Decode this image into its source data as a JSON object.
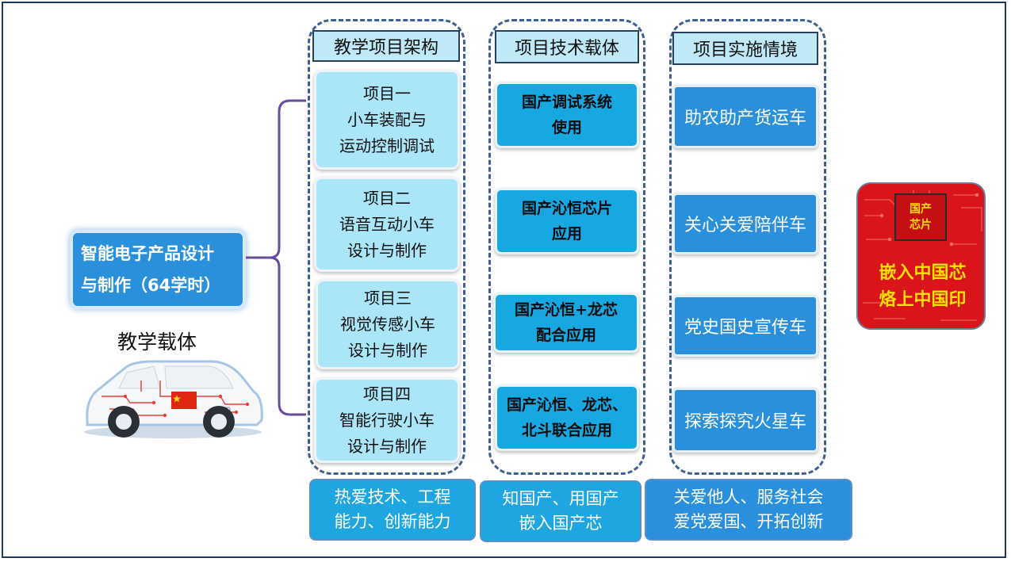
{
  "course": {
    "line1": "智能电子产品设计",
    "line2": "与制作（64学时）"
  },
  "carrier_label": "教学载体",
  "columns": {
    "architecture": {
      "header": "教学项目架构",
      "projects": [
        {
          "title": "项目一",
          "line2": "小车装配与",
          "line3": "运动控制调试"
        },
        {
          "title": "项目二",
          "line2": "语音互动小车",
          "line3": "设计与制作"
        },
        {
          "title": "项目三",
          "line2": "视觉传感小车",
          "line3": "设计与制作"
        },
        {
          "title": "项目四",
          "line2": "智能行驶小车",
          "line3": "设计与制作"
        }
      ]
    },
    "tech": {
      "header": "项目技术载体",
      "items": [
        {
          "line1": "国产调试系统",
          "line2": "使用"
        },
        {
          "line1": "国产沁恒芯片",
          "line2": "应用"
        },
        {
          "line1": "国产沁恒+龙芯",
          "line2": "配合应用"
        },
        {
          "line1": "国产沁恒、龙芯、",
          "line2": "北斗联合应用"
        }
      ]
    },
    "scenario": {
      "header": "项目实施情境",
      "items": [
        "助农助产货运车",
        "关心关爱陪伴车",
        "党史国史宣传车",
        "探索探究火星车"
      ]
    }
  },
  "bottom": {
    "left": {
      "line1": "热爱技术、工程",
      "line2": "能力、创新能力"
    },
    "middle": {
      "line1": "知国产、用国产",
      "line2": "嵌入国产芯"
    },
    "right": {
      "line1": "关爱他人、服务社会",
      "line2": "爱党爱国、开拓创新"
    }
  },
  "chip_badge": {
    "chip_line1": "国产",
    "chip_line2": "芯片",
    "slogan_line1": "嵌入中国芯",
    "slogan_line2": "烙上中国印"
  },
  "colors": {
    "header_fill": "#bfe9f7",
    "project_fill": "#abe6f8",
    "tech_fill": "#17a7e1",
    "scene_fill": "#2a90dc",
    "dash_border": "#3d5f91",
    "brace": "#6a4c9c",
    "chip_red": "#d9141b",
    "slogan_yellow": "#ffe000"
  },
  "icons": [
    "car-illustration",
    "china-flag-icon",
    "chip-icon"
  ]
}
